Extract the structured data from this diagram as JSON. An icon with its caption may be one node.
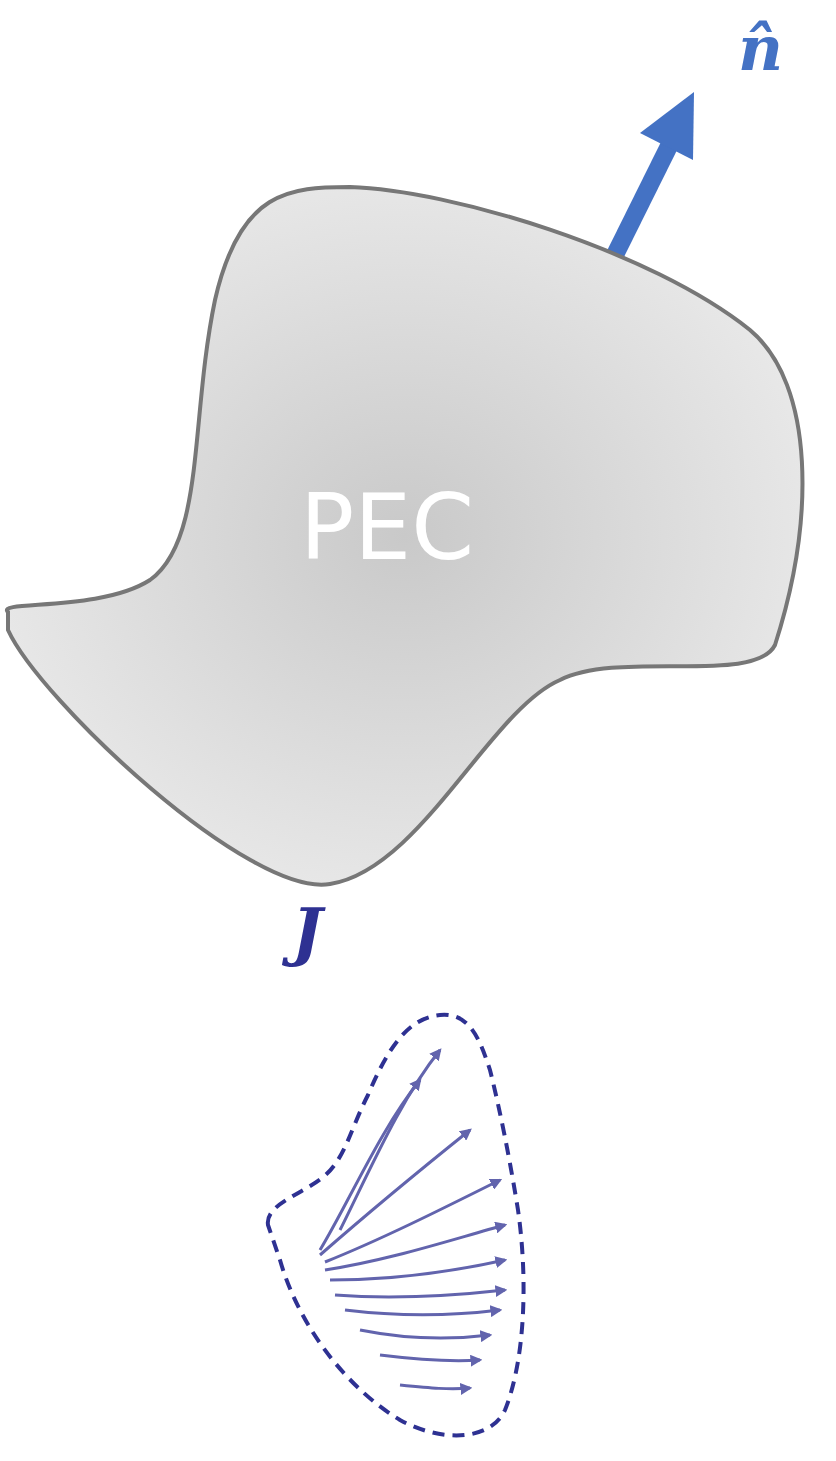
{
  "diagram": {
    "nodes": [
      {
        "text": [
          "PEC"
        ]
      },
      {
        "text": [
          "J"
        ]
      }
    ],
    "labels": [
      "n̂"
    ]
  }
}
